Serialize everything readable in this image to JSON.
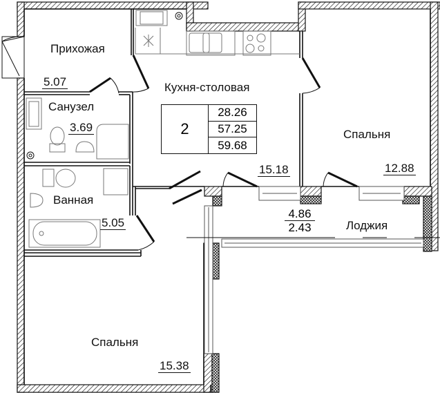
{
  "plan": {
    "type": "apartment-floor-plan",
    "rooms_count": "2",
    "totals": {
      "living_area": "28.26",
      "total_area": "57.25",
      "total_area_with_loggia": "59.68"
    },
    "rooms": [
      {
        "id": "hallway",
        "name": "Прихожая",
        "area": "5.07"
      },
      {
        "id": "kitchen",
        "name": "Кухня-столовая",
        "area": "15.18"
      },
      {
        "id": "bedroom-1",
        "name": "Спальня",
        "area": "12.88"
      },
      {
        "id": "toilet",
        "name": "Санузел",
        "area": "3.69"
      },
      {
        "id": "bathroom",
        "name": "Ванная",
        "area": "5.05"
      },
      {
        "id": "bedroom-2",
        "name": "Спальня",
        "area": "15.38"
      },
      {
        "id": "loggia",
        "name": "Лоджия",
        "area_full": "4.86",
        "area_reduced": "2.43"
      }
    ]
  },
  "colors": {
    "wall": "#111111",
    "hatch": "#333333",
    "fixtures": "#8a8a8a",
    "background": "#ffffff"
  }
}
